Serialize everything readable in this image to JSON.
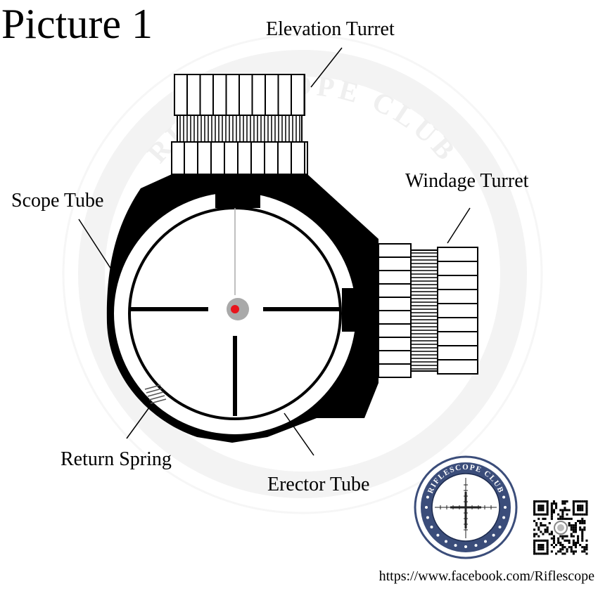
{
  "title": "Picture 1",
  "labels": {
    "elevation_turret": "Elevation Turret",
    "windage_turret": "Windage Turret",
    "scope_tube": "Scope Tube",
    "return_spring": "Return Spring",
    "erector_tube": "Erector Tube"
  },
  "logo": {
    "text": "RIFLESCOPE CLUB",
    "watermark_text": "RIFLESCOPE CLUB"
  },
  "footer_url": "https://www.facebook.com/Riflescope",
  "colors": {
    "ink": "#000000",
    "dot": "#e8141c",
    "dot_halo": "#a9a9a9",
    "logo_ring": "#3b4d7a",
    "watermark": "#f2f2f2"
  },
  "icons": [
    "qr-code-icon",
    "riflescope-club-logo-icon"
  ]
}
